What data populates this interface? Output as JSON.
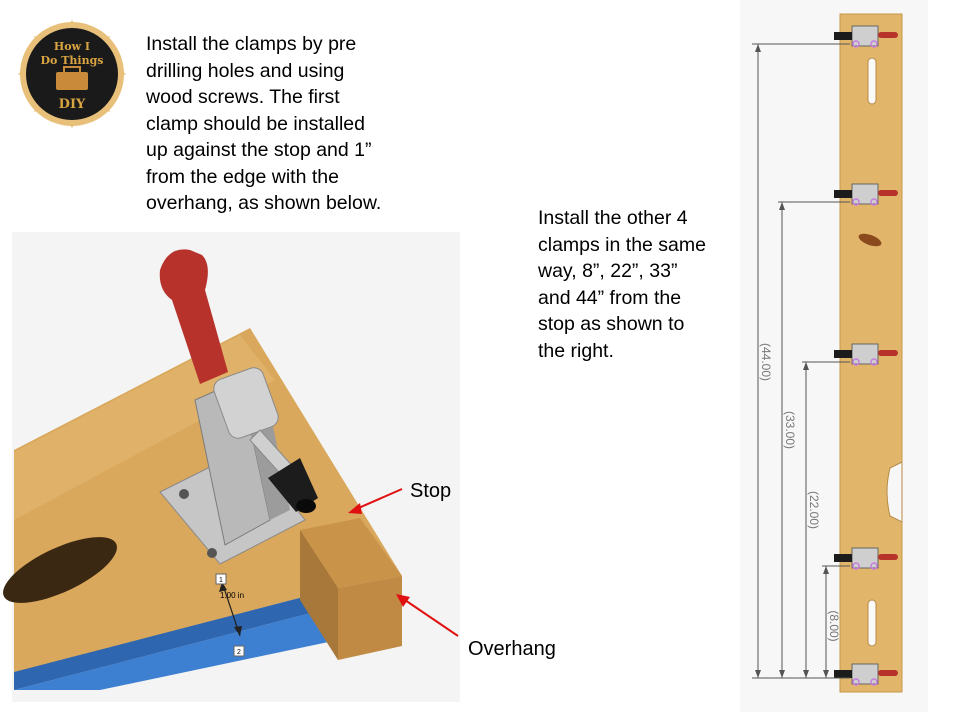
{
  "logo": {
    "line1": "How I",
    "line2": "Do Things",
    "line3": "DIY"
  },
  "instructions": {
    "first": "Install the clamps by pre\ndrilling holes and using\nwood screws. The first\nclamp should be installed\nup against the stop and 1”\nfrom the edge with the\noverhang, as shown below.",
    "others": "Install the other 4\nclamps in the same\nway, 8”, 22”, 33”\nand 44” from the\nstop as shown to\nthe right."
  },
  "callouts": {
    "stop": "Stop",
    "overhang": "Overhang"
  },
  "detail": {
    "dimension": "1.00 in",
    "marker1": "1",
    "marker2": "2"
  },
  "dimensions": [
    "(44.00)",
    "(33.00)",
    "(22.00)",
    "(8.00)"
  ],
  "colors": {
    "wood": "#e2b66a",
    "clamp_handle": "#b8322c",
    "arrow": "#e01010",
    "base_blue": "#3d7fd0",
    "logo_bg": "#1a1a1a",
    "logo_gold": "#d9a441"
  }
}
